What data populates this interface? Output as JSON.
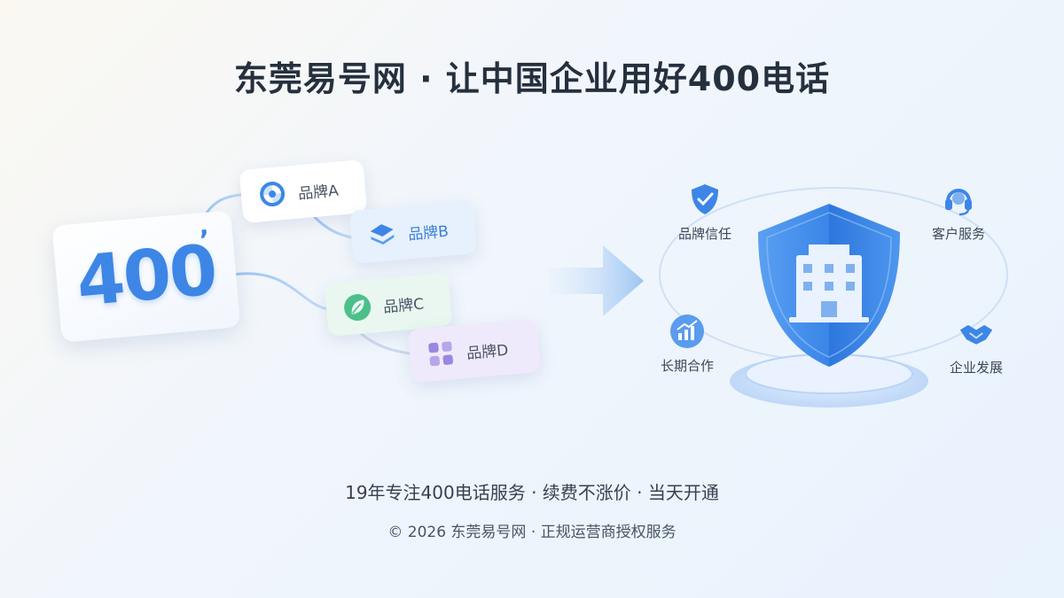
{
  "title": "东莞易号网 · 让中国企业用好400电话",
  "number_card": {
    "value": "400"
  },
  "brands": [
    {
      "label": "品牌A",
      "icon": "swirl-icon"
    },
    {
      "label": "品牌B",
      "icon": "layers-icon"
    },
    {
      "label": "品牌C",
      "icon": "leaf-icon"
    },
    {
      "label": "品牌D",
      "icon": "grid-icon"
    }
  ],
  "features": [
    {
      "label": "品牌信任",
      "icon": "shield-check-icon"
    },
    {
      "label": "客户服务",
      "icon": "headset-icon"
    },
    {
      "label": "长期合作",
      "icon": "growth-chart-icon"
    },
    {
      "label": "企业发展",
      "icon": "handshake-icon"
    }
  ],
  "subtitle": "19年专注400电话服务 · 续费不涨价 · 当天开通",
  "footer": "© 2026 东莞易号网 · 正规运营商授权服务",
  "colors": {
    "primary": "#3d86e6",
    "title": "#25303e",
    "green": "#4cc08a",
    "purple": "#9b86e0"
  }
}
